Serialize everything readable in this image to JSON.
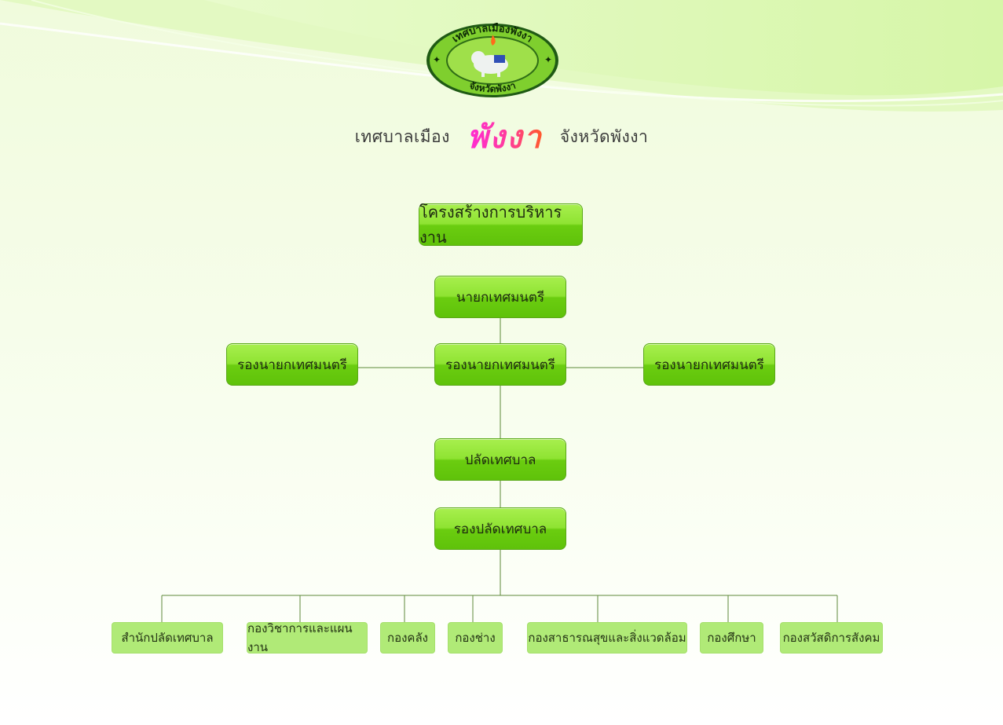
{
  "header": {
    "prefix": "เทศบาลเมือง",
    "brand": "พังงา",
    "suffix": "จังหวัดพังงา",
    "emblem_top_text": "เทศบาลเมืองพังงา",
    "emblem_bottom_text": "จังหวัดพังงา"
  },
  "org": {
    "title": "โครงสร้างการบริหารงาน",
    "mayor": "นายกเทศมนตรี",
    "deputy_left": "รองนายกเทศมนตรี",
    "deputy_center": "รองนายกเทศมนตรี",
    "deputy_right": "รองนายกเทศมนตรี",
    "clerk": "ปลัดเทศบาล",
    "deputy_clerk": "รองปลัดเทศบาล",
    "units": [
      "สำนักปลัดเทศบาล",
      "กองวิชาการและแผนงาน",
      "กองคลัง",
      "กองช่าง",
      "กองสาธารณสุขและสิ่งแวดล้อม",
      "กองศึกษา",
      "กองสวัสดิการสังคม"
    ]
  },
  "colors": {
    "box_green": "#6bcd10",
    "unit_green": "#b0ea77",
    "connector": "#5e8a3a",
    "brand_pink": "#ff2bd6"
  }
}
